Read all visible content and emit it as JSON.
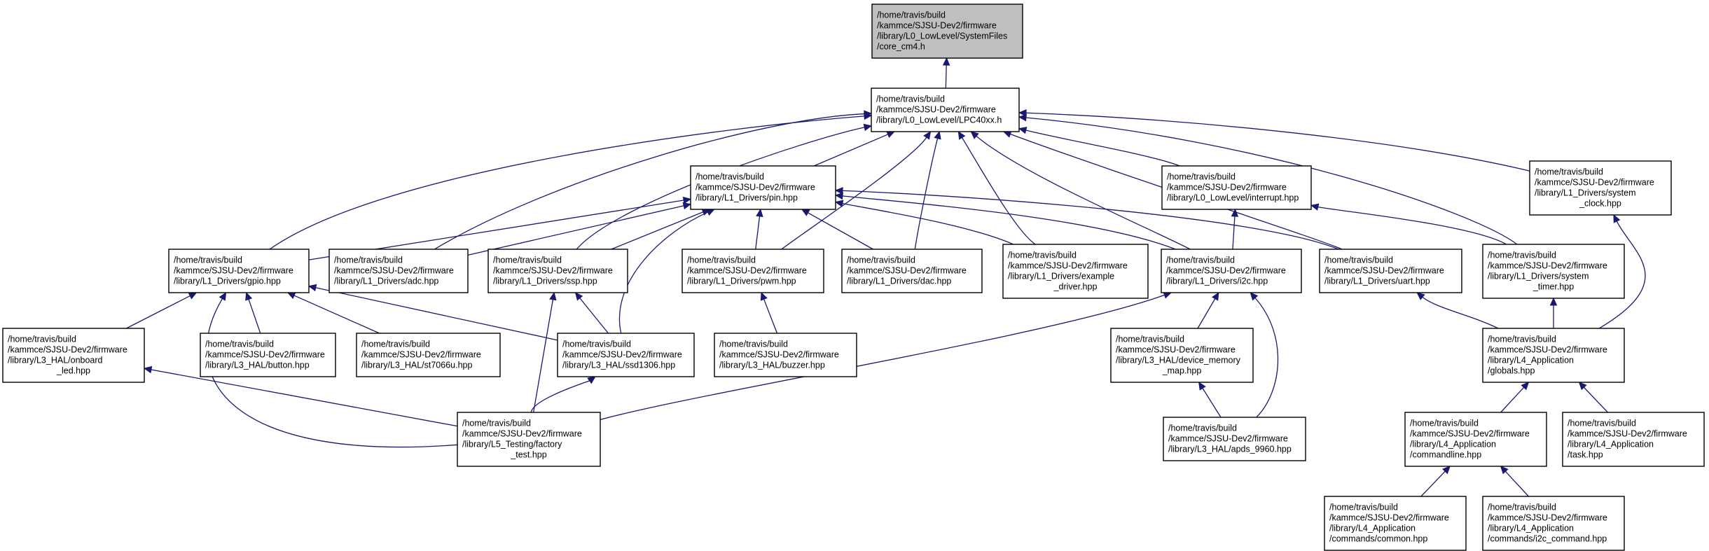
{
  "nodes": [
    {
      "id": "core_cm4",
      "lines": [
        "/home/travis/build",
        "/kammce/SJSU-Dev2/firmware",
        "/library/L0_LowLevel/SystemFiles",
        "/core_cm4.h"
      ],
      "highlight": true
    },
    {
      "id": "lpc40xx",
      "lines": [
        "/home/travis/build",
        "/kammce/SJSU-Dev2/firmware",
        "/library/L0_LowLevel/LPC40xx.h"
      ]
    },
    {
      "id": "pin",
      "lines": [
        "/home/travis/build",
        "/kammce/SJSU-Dev2/firmware",
        "/library/L1_Drivers/pin.hpp"
      ]
    },
    {
      "id": "interrupt",
      "lines": [
        "/home/travis/build",
        "/kammce/SJSU-Dev2/firmware",
        "/library/L0_LowLevel/interrupt.hpp"
      ]
    },
    {
      "id": "system_clock",
      "lines": [
        "/home/travis/build",
        "/kammce/SJSU-Dev2/firmware",
        "/library/L1_Drivers/system",
        "_clock.hpp"
      ]
    },
    {
      "id": "gpio",
      "lines": [
        "/home/travis/build",
        "/kammce/SJSU-Dev2/firmware",
        "/library/L1_Drivers/gpio.hpp"
      ]
    },
    {
      "id": "adc",
      "lines": [
        "/home/travis/build",
        "/kammce/SJSU-Dev2/firmware",
        "/library/L1_Drivers/adc.hpp"
      ]
    },
    {
      "id": "ssp",
      "lines": [
        "/home/travis/build",
        "/kammce/SJSU-Dev2/firmware",
        "/library/L1_Drivers/ssp.hpp"
      ]
    },
    {
      "id": "pwm",
      "lines": [
        "/home/travis/build",
        "/kammce/SJSU-Dev2/firmware",
        "/library/L1_Drivers/pwm.hpp"
      ]
    },
    {
      "id": "dac",
      "lines": [
        "/home/travis/build",
        "/kammce/SJSU-Dev2/firmware",
        "/library/L1_Drivers/dac.hpp"
      ]
    },
    {
      "id": "example_driver",
      "lines": [
        "/home/travis/build",
        "/kammce/SJSU-Dev2/firmware",
        "/library/L1_Drivers/example",
        "_driver.hpp"
      ]
    },
    {
      "id": "i2c",
      "lines": [
        "/home/travis/build",
        "/kammce/SJSU-Dev2/firmware",
        "/library/L1_Drivers/i2c.hpp"
      ]
    },
    {
      "id": "uart",
      "lines": [
        "/home/travis/build",
        "/kammce/SJSU-Dev2/firmware",
        "/library/L1_Drivers/uart.hpp"
      ]
    },
    {
      "id": "system_timer",
      "lines": [
        "/home/travis/build",
        "/kammce/SJSU-Dev2/firmware",
        "/library/L1_Drivers/system",
        "_timer.hpp"
      ]
    },
    {
      "id": "onboard_led",
      "lines": [
        "/home/travis/build",
        "/kammce/SJSU-Dev2/firmware",
        "/library/L3_HAL/onboard",
        "_led.hpp"
      ]
    },
    {
      "id": "button",
      "lines": [
        "/home/travis/build",
        "/kammce/SJSU-Dev2/firmware",
        "/library/L3_HAL/button.hpp"
      ]
    },
    {
      "id": "st7066u",
      "lines": [
        "/home/travis/build",
        "/kammce/SJSU-Dev2/firmware",
        "/library/L3_HAL/st7066u.hpp"
      ]
    },
    {
      "id": "ssd1306",
      "lines": [
        "/home/travis/build",
        "/kammce/SJSU-Dev2/firmware",
        "/library/L3_HAL/ssd1306.hpp"
      ]
    },
    {
      "id": "buzzer",
      "lines": [
        "/home/travis/build",
        "/kammce/SJSU-Dev2/firmware",
        "/library/L3_HAL/buzzer.hpp"
      ]
    },
    {
      "id": "device_memory_map",
      "lines": [
        "/home/travis/build",
        "/kammce/SJSU-Dev2/firmware",
        "/library/L3_HAL/device_memory",
        "_map.hpp"
      ]
    },
    {
      "id": "globals",
      "lines": [
        "/home/travis/build",
        "/kammce/SJSU-Dev2/firmware",
        "/library/L4_Application",
        "/globals.hpp"
      ]
    },
    {
      "id": "factory_test",
      "lines": [
        "/home/travis/build",
        "/kammce/SJSU-Dev2/firmware",
        "/library/L5_Testing/factory",
        "_test.hpp"
      ]
    },
    {
      "id": "apds_9960",
      "lines": [
        "/home/travis/build",
        "/kammce/SJSU-Dev2/firmware",
        "/library/L3_HAL/apds_9960.hpp"
      ]
    },
    {
      "id": "commandline",
      "lines": [
        "/home/travis/build",
        "/kammce/SJSU-Dev2/firmware",
        "/library/L4_Application",
        "/commandline.hpp"
      ]
    },
    {
      "id": "task",
      "lines": [
        "/home/travis/build",
        "/kammce/SJSU-Dev2/firmware",
        "/library/L4_Application",
        "/task.hpp"
      ]
    },
    {
      "id": "common",
      "lines": [
        "/home/travis/build",
        "/kammce/SJSU-Dev2/firmware",
        "/library/L4_Application",
        "/commands/common.hpp"
      ]
    },
    {
      "id": "i2c_command",
      "lines": [
        "/home/travis/build",
        "/kammce/SJSU-Dev2/firmware",
        "/library/L4_Application",
        "/commands/i2c_command.hpp"
      ]
    }
  ],
  "edges": [
    {
      "from": "lpc40xx",
      "to": "core_cm4"
    },
    {
      "from": "pin",
      "to": "lpc40xx"
    },
    {
      "from": "gpio",
      "to": "lpc40xx"
    },
    {
      "from": "adc",
      "to": "lpc40xx"
    },
    {
      "from": "ssp",
      "to": "lpc40xx"
    },
    {
      "from": "pwm",
      "to": "lpc40xx"
    },
    {
      "from": "dac",
      "to": "lpc40xx"
    },
    {
      "from": "example_driver",
      "to": "lpc40xx"
    },
    {
      "from": "i2c",
      "to": "lpc40xx"
    },
    {
      "from": "uart",
      "to": "lpc40xx"
    },
    {
      "from": "interrupt",
      "to": "lpc40xx"
    },
    {
      "from": "system_clock",
      "to": "lpc40xx"
    },
    {
      "from": "system_timer",
      "to": "lpc40xx"
    },
    {
      "from": "gpio",
      "to": "pin"
    },
    {
      "from": "adc",
      "to": "pin"
    },
    {
      "from": "ssp",
      "to": "pin"
    },
    {
      "from": "ssd1306",
      "to": "pin"
    },
    {
      "from": "pwm",
      "to": "pin"
    },
    {
      "from": "dac",
      "to": "pin"
    },
    {
      "from": "example_driver",
      "to": "pin"
    },
    {
      "from": "i2c",
      "to": "pin"
    },
    {
      "from": "uart",
      "to": "pin"
    },
    {
      "from": "i2c",
      "to": "interrupt"
    },
    {
      "from": "system_timer",
      "to": "interrupt"
    },
    {
      "from": "globals",
      "to": "system_clock"
    },
    {
      "from": "onboard_led",
      "to": "gpio"
    },
    {
      "from": "button",
      "to": "gpio"
    },
    {
      "from": "st7066u",
      "to": "gpio"
    },
    {
      "from": "ssd1306",
      "to": "gpio"
    },
    {
      "from": "factory_test",
      "to": "gpio"
    },
    {
      "from": "ssd1306",
      "to": "ssp"
    },
    {
      "from": "factory_test",
      "to": "ssp"
    },
    {
      "from": "buzzer",
      "to": "pwm"
    },
    {
      "from": "device_memory_map",
      "to": "i2c"
    },
    {
      "from": "apds_9960",
      "to": "i2c"
    },
    {
      "from": "factory_test",
      "to": "i2c"
    },
    {
      "from": "globals",
      "to": "uart"
    },
    {
      "from": "globals",
      "to": "system_timer"
    },
    {
      "from": "factory_test",
      "to": "onboard_led"
    },
    {
      "from": "factory_test",
      "to": "ssd1306"
    },
    {
      "from": "apds_9960",
      "to": "device_memory_map"
    },
    {
      "from": "commandline",
      "to": "globals"
    },
    {
      "from": "task",
      "to": "globals"
    },
    {
      "from": "common",
      "to": "commandline"
    },
    {
      "from": "i2c_command",
      "to": "commandline"
    }
  ]
}
